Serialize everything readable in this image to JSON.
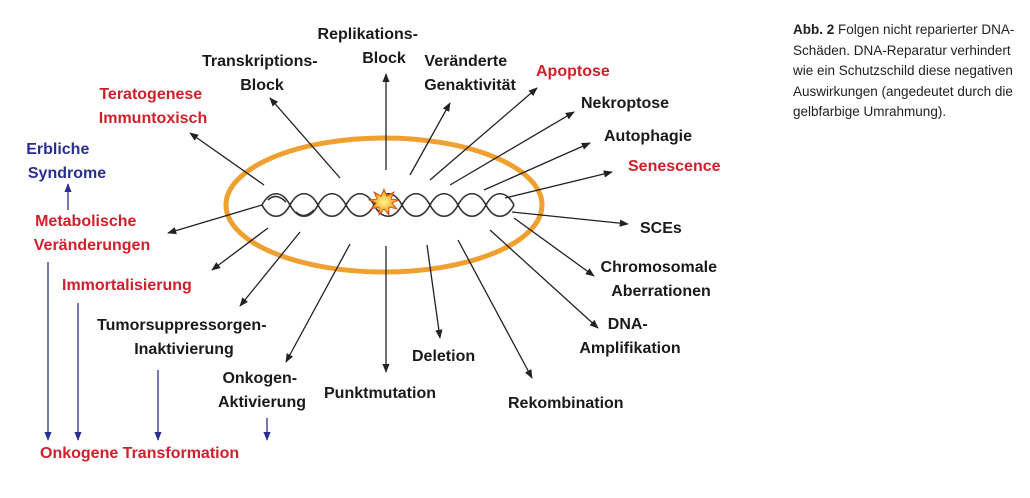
{
  "caption": {
    "label": "Abb. 2",
    "text": "Folgen nicht reparierter DNA-Schäden. DNA-Reparatur verhindert wie ein Schutzschild diese negativen Auswirkungen (angedeutet durch die gelbfarbige Umrahmung)."
  },
  "labels": {
    "replikation": [
      "Replikations-",
      "Block"
    ],
    "transkription": [
      "Transkriptions-",
      "Block"
    ],
    "genaktivitaet": [
      "Veränderte",
      "Genaktivität"
    ],
    "apoptose": [
      "Apoptose"
    ],
    "nekroptose": [
      "Nekroptose"
    ],
    "autophagie": [
      "Autophagie"
    ],
    "senescence": [
      "Senescence"
    ],
    "teratogenese": [
      "Teratogenese",
      "Immuntoxisch"
    ],
    "erbliche": [
      "Erbliche",
      "Syndrome"
    ],
    "metabolische": [
      "Metabolische",
      "Veränderungen"
    ],
    "sces": [
      "SCEs"
    ],
    "chromosomale": [
      "Chromosomale",
      "Aberrationen"
    ],
    "immortalisierung": [
      "Immortalisierung"
    ],
    "dna_amplifikation": [
      "DNA-",
      "Amplifikation"
    ],
    "tumorsuppressor": [
      "Tumorsuppressorgen-",
      "Inaktivierung"
    ],
    "deletion": [
      "Deletion"
    ],
    "onkogen": [
      "Onkogen-",
      "Aktivierung"
    ],
    "punktmutation": [
      "Punktmutation"
    ],
    "rekombination": [
      "Rekombination"
    ],
    "onkogene_transformation": [
      "Onkogene Transformation"
    ]
  },
  "colors": {
    "black_label": "#1a1a1a",
    "red_label": "#d0202c",
    "blue_label": "#2a2f8f",
    "ellipse": "#f0a030",
    "arrow": "#222222",
    "blue_arrow": "#2a2f8f"
  }
}
